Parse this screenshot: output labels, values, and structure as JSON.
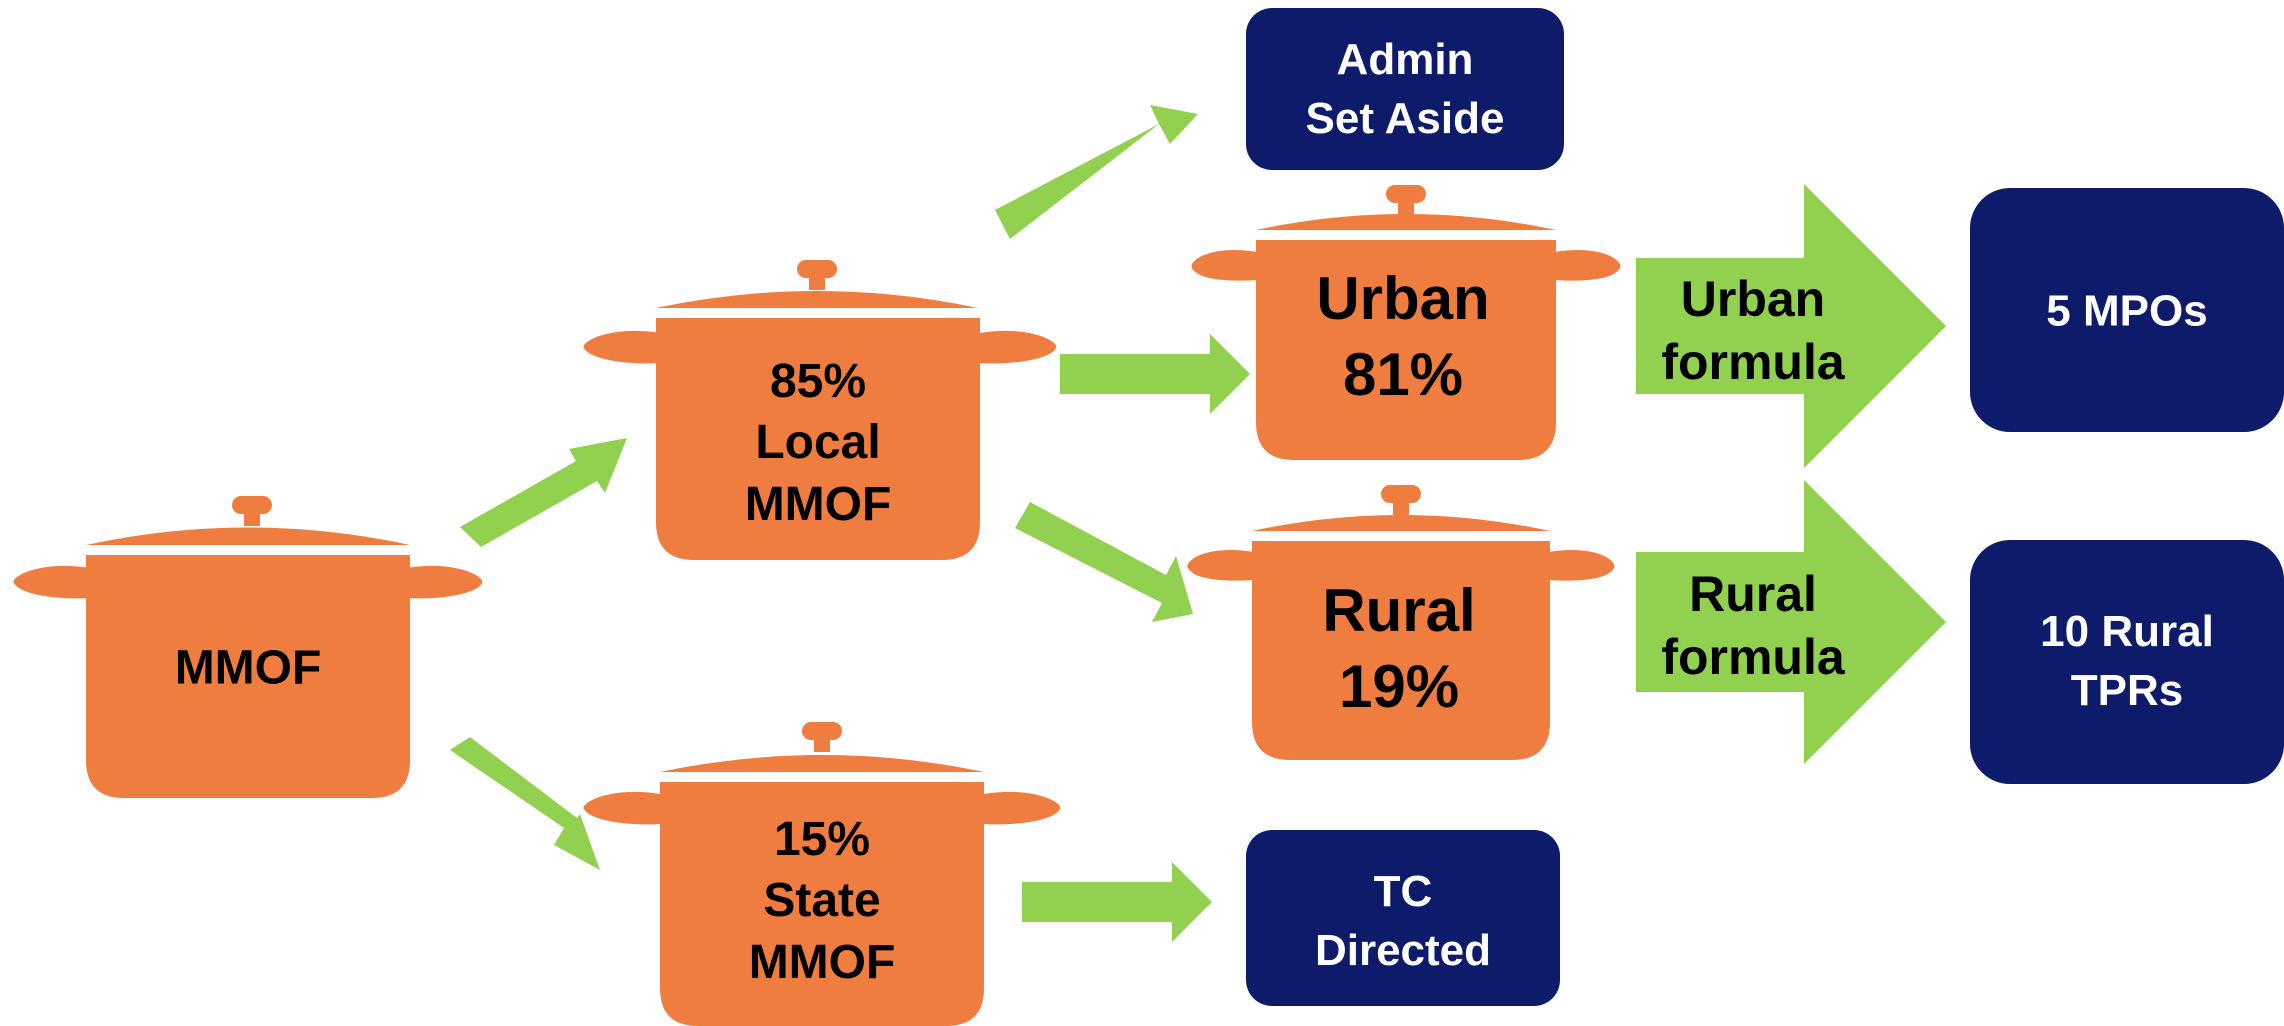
{
  "colors": {
    "pot": "#EF7D3F",
    "arrow": "#92D050",
    "box": "#0E1B6B",
    "box_text": "#FFFFFF",
    "pot_text": "#000000",
    "background": "#FFFFFF"
  },
  "pots": {
    "mmof": {
      "lines": [
        "MMOF"
      ]
    },
    "local": {
      "lines": [
        "85%",
        "Local",
        "MMOF"
      ]
    },
    "state": {
      "lines": [
        "15%",
        "State",
        "MMOF"
      ]
    },
    "urban": {
      "lines": [
        "Urban",
        "81%"
      ]
    },
    "rural": {
      "lines": [
        "Rural",
        "19%"
      ]
    }
  },
  "boxes": {
    "admin": {
      "lines": [
        "Admin",
        "Set Aside"
      ]
    },
    "tc": {
      "lines": [
        "TC",
        "Directed"
      ]
    },
    "mpos": {
      "lines": [
        "5 MPOs"
      ]
    },
    "rural_tprs": {
      "lines": [
        "10 Rural",
        "TPRs"
      ]
    }
  },
  "arrows": {
    "urban_formula": {
      "lines": [
        "Urban",
        "formula"
      ]
    },
    "rural_formula": {
      "lines": [
        "Rural",
        "formula"
      ]
    }
  },
  "icons": {
    "pot": "cooking-pot-icon",
    "arrow": "right-arrow-icon"
  }
}
